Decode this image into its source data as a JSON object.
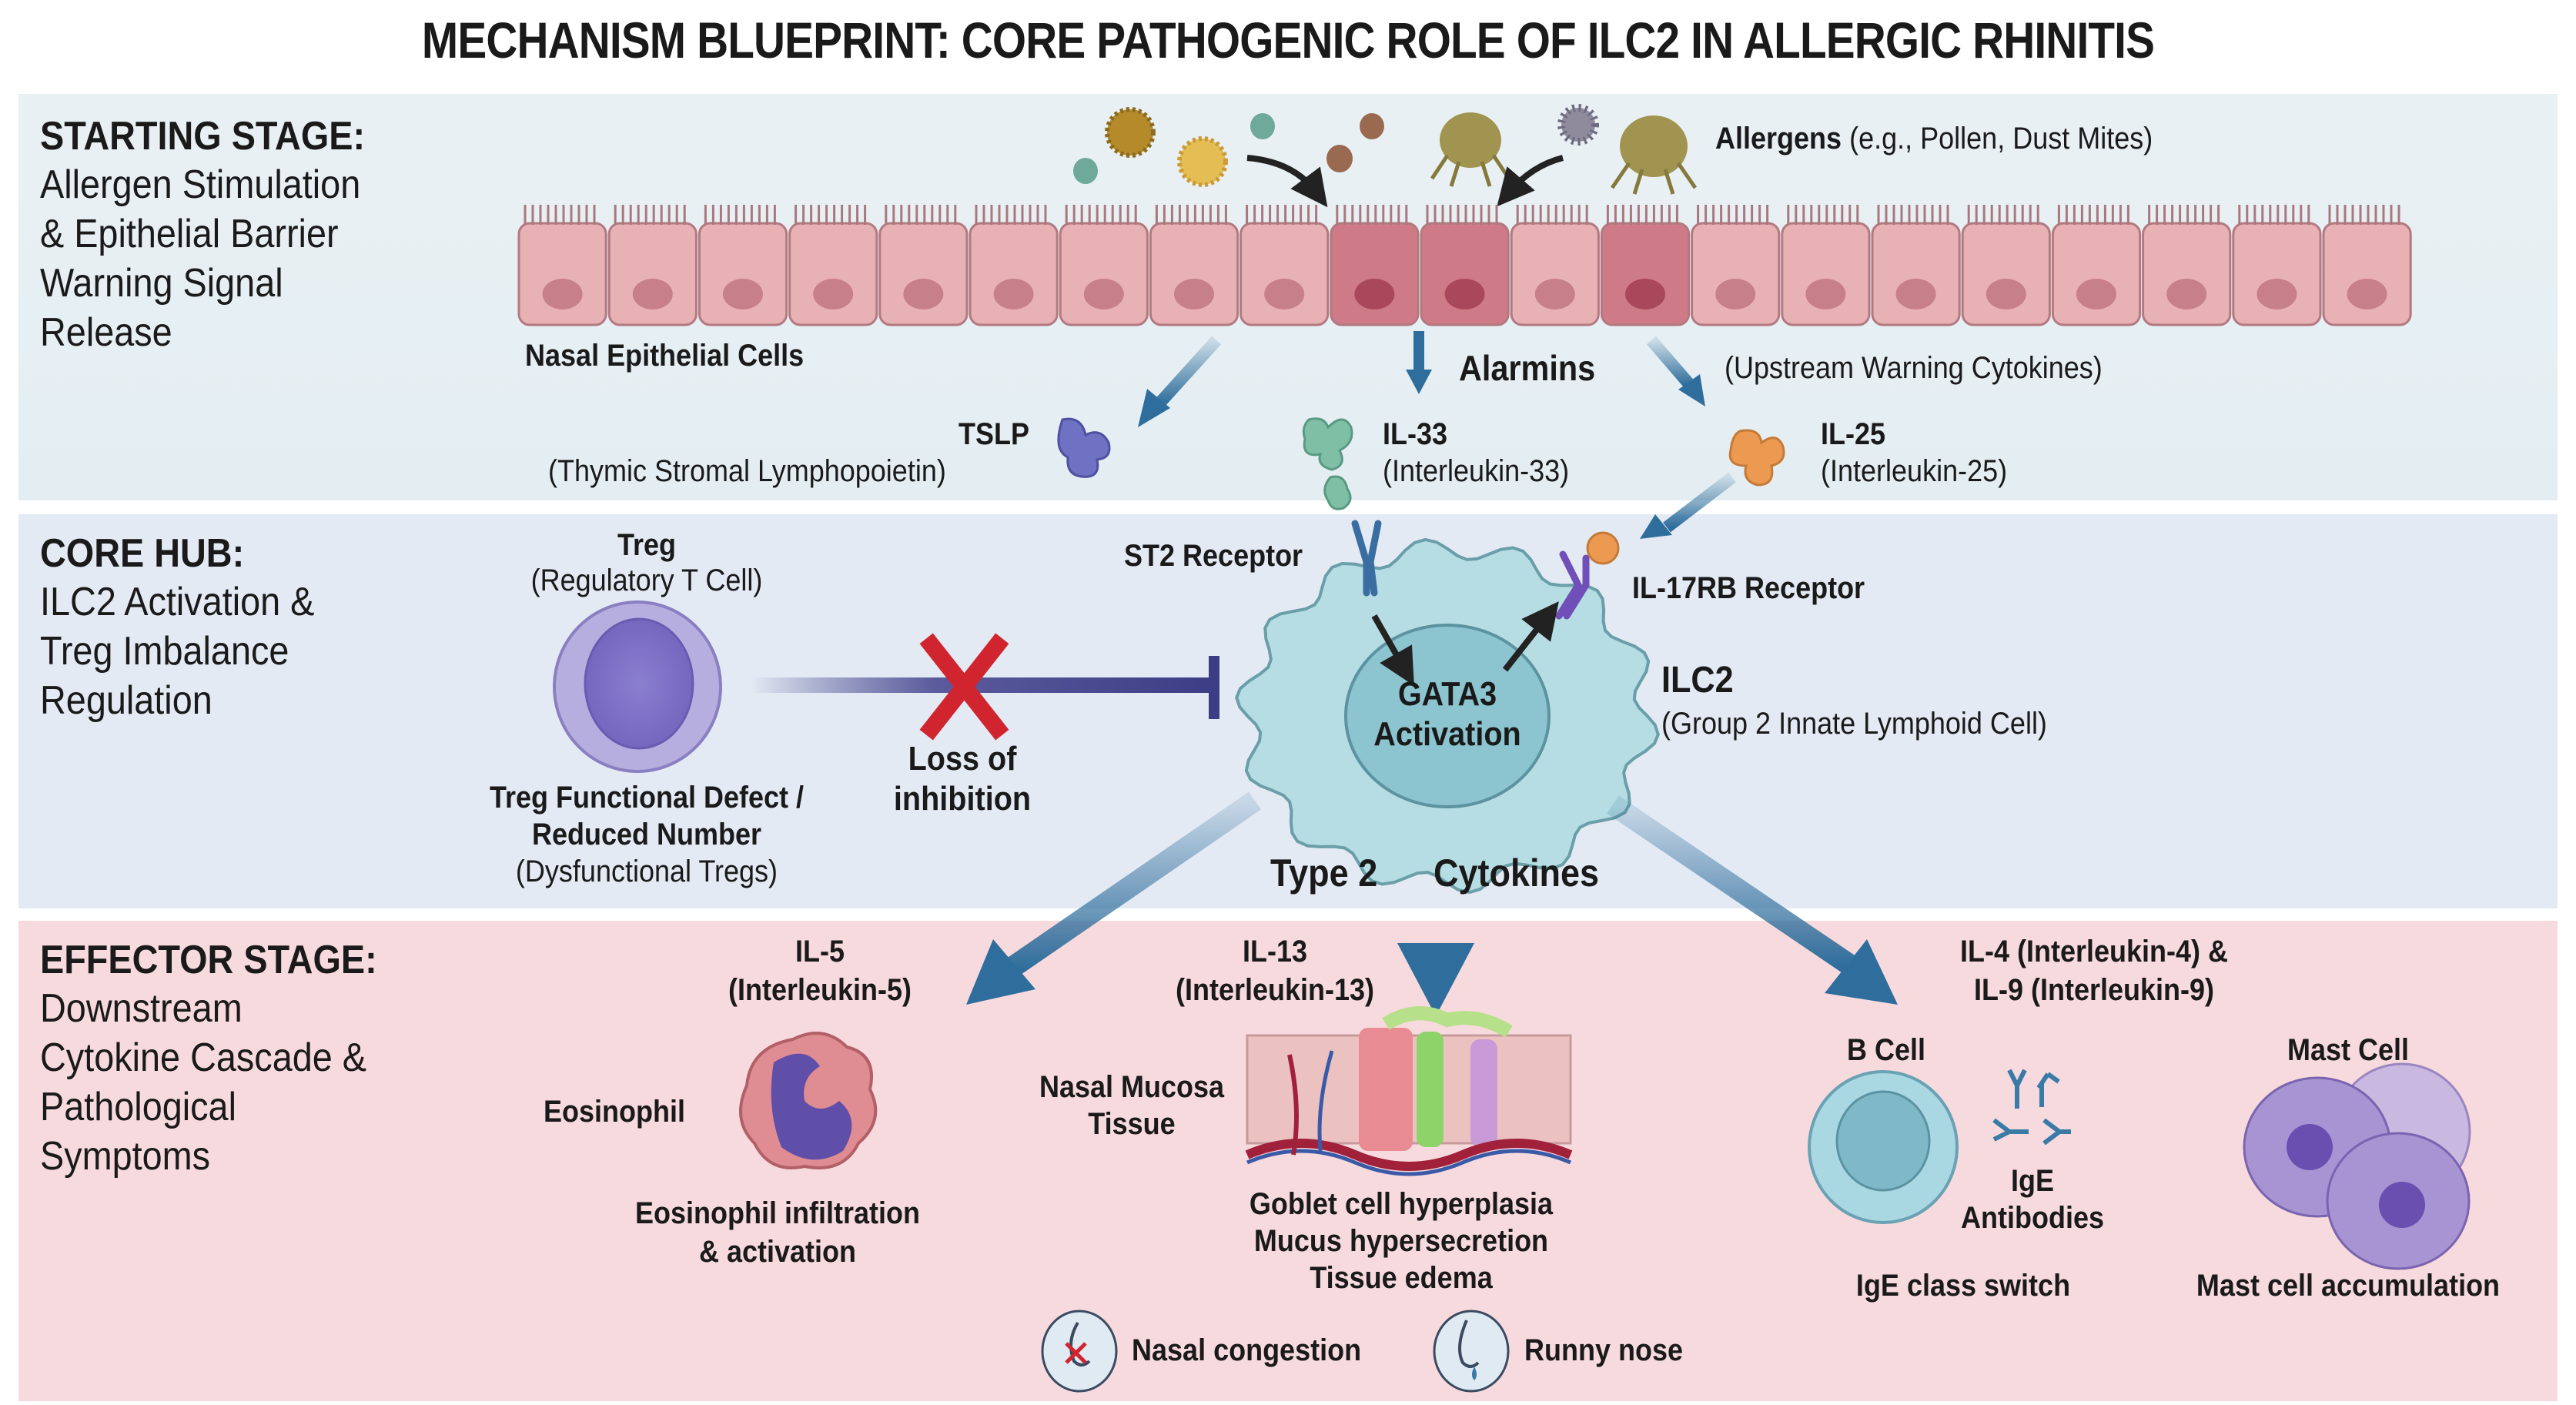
{
  "title": "MECHANISM BLUEPRINT: CORE PATHOGENIC ROLE OF ILC2 IN ALLERGIC RHINITIS",
  "colors": {
    "starting_bg": "#e6eff3",
    "core_bg": "#e3eaf4",
    "effector_bg": "#f7dadd",
    "arrow_blue": "#2f6e9c",
    "epithelium_pink": "#e8b2b5",
    "inhibition_purple": "#3d3d86",
    "cross_red": "#d0252f"
  },
  "stages": {
    "starting": {
      "heading": "STARTING STAGE:",
      "lines": [
        "Allergen Stimulation",
        "& Epithelial Barrier",
        "Warning Signal",
        "Release"
      ],
      "allergens_label_bold": "Allergens",
      "allergens_label_rest": "(e.g., Pollen, Dust Mites)",
      "epithelium_label": "Nasal Epithelial Cells",
      "alarmins_label": "Alarmins",
      "alarmins_note": "(Upstream Warning Cytokines)",
      "cytokines": [
        {
          "name": "TSLP",
          "full": "(Thymic Stromal Lymphopoietin)",
          "color": "#6f72c2"
        },
        {
          "name": "IL-33",
          "full": "(Interleukin-33)",
          "color": "#7fbfa6"
        },
        {
          "name": "IL-25",
          "full": "(Interleukin-25)",
          "color": "#ec9a52"
        }
      ]
    },
    "core": {
      "heading": "CORE HUB:",
      "lines": [
        "ILC2 Activation &",
        "Treg Imbalance",
        "Regulation"
      ],
      "treg_title": "Treg",
      "treg_subtitle": "(Regulatory T Cell)",
      "treg_defect_1": "Treg Functional Defect /",
      "treg_defect_2": "Reduced Number",
      "treg_defect_3": "(Dysfunctional Tregs)",
      "loss_1": "Loss of",
      "loss_2": "inhibition",
      "st2_label": "ST2 Receptor",
      "il17rb_label": "IL-17RB Receptor",
      "gata3_1": "GATA3",
      "gata3_2": "Activation",
      "ilc2_title": "ILC2",
      "ilc2_subtitle": "(Group 2 Innate Lymphoid Cell)",
      "type2_a": "Type 2",
      "type2_b": "Cytokines"
    },
    "effector": {
      "heading": "EFFECTOR STAGE:",
      "lines": [
        "Downstream",
        "Cytokine Cascade &",
        "Pathological",
        "Symptoms"
      ],
      "il5_name": "IL-5",
      "il5_full": "(Interleukin-5)",
      "eosinophil_label": "Eosinophil",
      "eos_effect_1": "Eosinophil infiltration",
      "eos_effect_2": "& activation",
      "il13_name": "IL-13",
      "il13_full": "(Interleukin-13)",
      "mucosa_1": "Nasal Mucosa",
      "mucosa_2": "Tissue",
      "mucosa_effect_1": "Goblet cell hyperplasia",
      "mucosa_effect_2": "Mucus hypersecretion",
      "mucosa_effect_3": "Tissue edema",
      "il49_1": "IL-4 (Interleukin-4) &",
      "il49_2": "IL-9 (Interleukin-9)",
      "bcell_label": "B Cell",
      "ige_1": "IgE",
      "ige_2": "Antibodies",
      "bcell_effect": "IgE class switch",
      "mast_label": "Mast Cell",
      "mast_effect": "Mast cell accumulation",
      "symptoms": [
        "Nasal congestion",
        "Runny nose"
      ]
    }
  }
}
